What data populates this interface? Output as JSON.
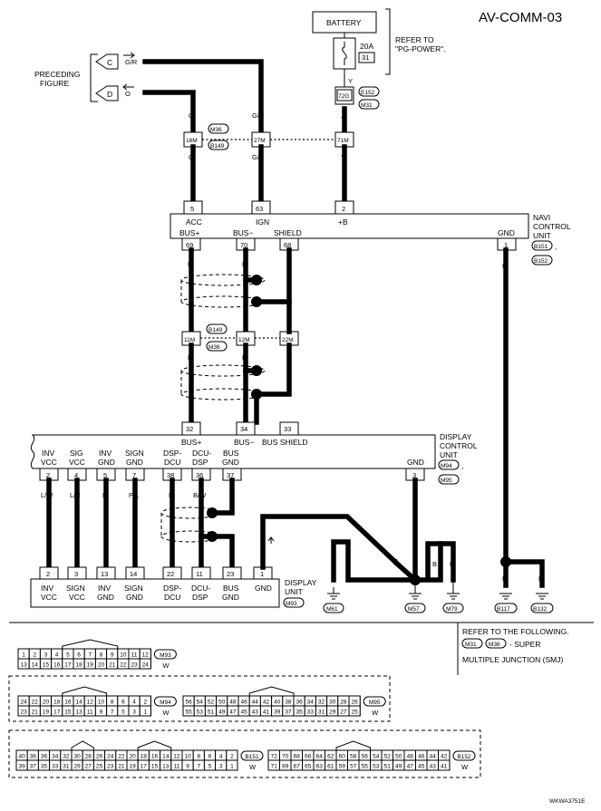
{
  "title": "AV-COMM-03",
  "footer_code": "WKWA3751E",
  "battery": {
    "label": "BATTERY",
    "fuse_amp": "20A",
    "fuse_num": "31",
    "refer": [
      "REFER TO",
      "\"PG-POWER\"."
    ]
  },
  "preceding": {
    "label": [
      "PRECEDING",
      "FIGURE"
    ],
    "arrow_c": "C",
    "arrow_d": "D",
    "wire_c": "G/R",
    "wire_d": "O"
  },
  "connectors": {
    "c16m": "16M",
    "c27m": "27M",
    "c71m": "71M",
    "c72g": "72G",
    "m36": "M36",
    "b149": "B149",
    "e152": "E152",
    "m31": "M31",
    "c11m": "11M",
    "c12m": "12M",
    "c22m": "22M"
  },
  "wires": {
    "o": "O",
    "gr": "G/R",
    "y": "Y",
    "l": "L",
    "p": "P",
    "b": "B",
    "lw": "L/W",
    "lr": "L/R",
    "pl": "P/L",
    "bw": "B/W"
  },
  "navi": {
    "label": [
      "NAVI",
      "CONTROL",
      "UNIT"
    ],
    "conn1": "B151",
    "conn2": "B152",
    "pins_top": [
      {
        "num": "5",
        "name": "ACC"
      },
      {
        "num": "63",
        "name": "IGN"
      },
      {
        "num": "2",
        "name": "+B"
      }
    ],
    "pins_bottom": [
      {
        "num": "69",
        "name": "BUS+"
      },
      {
        "num": "70",
        "name": "BUS−"
      },
      {
        "num": "68",
        "name": "SHIELD"
      },
      {
        "num": "1",
        "name": "GND"
      }
    ]
  },
  "dcu": {
    "label": [
      "DISPLAY",
      "CONTROL",
      "UNIT"
    ],
    "conn1": "M94",
    "conn2": "M95",
    "pins_top": [
      {
        "num": "32",
        "name": "BUS+"
      },
      {
        "num": "34",
        "name": "BUS−"
      },
      {
        "num": "33",
        "name": "BUS SHIELD"
      }
    ],
    "pins_bottom": [
      {
        "num": "2",
        "name": [
          "INV",
          "VCC"
        ]
      },
      {
        "num": "4",
        "name": [
          "SIG",
          "VCC"
        ]
      },
      {
        "num": "5",
        "name": [
          "INV",
          "GND"
        ]
      },
      {
        "num": "7",
        "name": [
          "SIGN",
          "GND"
        ]
      },
      {
        "num": "38",
        "name": [
          "DSP-",
          "DCU"
        ]
      },
      {
        "num": "36",
        "name": [
          "DCU-",
          "DSP"
        ]
      },
      {
        "num": "37",
        "name": [
          "BUS",
          "GND"
        ]
      },
      {
        "num": "3",
        "name": [
          "GND",
          ""
        ]
      }
    ]
  },
  "display": {
    "label": [
      "DISPLAY",
      "UNIT"
    ],
    "conn": "M93",
    "pins": [
      {
        "num": "2",
        "name": [
          "INV",
          "VCC"
        ]
      },
      {
        "num": "3",
        "name": [
          "SIGN",
          "VCC"
        ]
      },
      {
        "num": "13",
        "name": [
          "INV",
          "GND"
        ]
      },
      {
        "num": "14",
        "name": [
          "SIGN",
          "GND"
        ]
      },
      {
        "num": "22",
        "name": [
          "DSP-",
          "DCU"
        ]
      },
      {
        "num": "11",
        "name": [
          "DCU-",
          "DSP"
        ]
      },
      {
        "num": "23",
        "name": [
          "BUS",
          "GND"
        ]
      },
      {
        "num": "1",
        "name": [
          "GND",
          ""
        ]
      }
    ]
  },
  "grounds": {
    "m61": "M61",
    "m57": "M57",
    "m79": "M79",
    "b117": "B117",
    "b132": "B132"
  },
  "refer_following": {
    "line1": "REFER TO THE FOLLOWING.",
    "conn_a": "M31",
    "conn_b": "M36",
    "dash": "- SUPER",
    "line2": "MULTIPLE JUNCTION (SMJ)"
  },
  "connector_views": {
    "m93": {
      "name": "M93",
      "color": "W",
      "row1": [
        "1",
        "2",
        "3",
        "4",
        "5",
        "6",
        "7",
        "8",
        "9",
        "10",
        "11",
        "12"
      ],
      "row2": [
        "13",
        "14",
        "15",
        "16",
        "17",
        "18",
        "19",
        "20",
        "21",
        "22",
        "23",
        "24"
      ]
    },
    "m94": {
      "name": "M94",
      "color": "W",
      "row1": [
        "24",
        "22",
        "20",
        "18",
        "16",
        "14",
        "12",
        "10",
        "8",
        "6",
        "4",
        "2"
      ],
      "row2": [
        "23",
        "21",
        "19",
        "17",
        "15",
        "13",
        "11",
        "9",
        "7",
        "5",
        "3",
        "1"
      ]
    },
    "m95": {
      "name": "M95",
      "color": "W",
      "row1": [
        "56",
        "54",
        "52",
        "50",
        "48",
        "46",
        "44",
        "42",
        "40",
        "38",
        "36",
        "34",
        "32",
        "30",
        "28",
        "26"
      ],
      "row2": [
        "55",
        "53",
        "51",
        "49",
        "47",
        "45",
        "43",
        "41",
        "39",
        "37",
        "35",
        "33",
        "31",
        "29",
        "27",
        "25"
      ]
    },
    "b151": {
      "name": "B151",
      "color": "W",
      "row1": [
        "40",
        "38",
        "36",
        "34",
        "32",
        "30",
        "28",
        "26",
        "24",
        "22",
        "20",
        "18",
        "16",
        "14",
        "12",
        "10",
        "8",
        "6",
        "4",
        "2"
      ],
      "row2": [
        "39",
        "37",
        "35",
        "33",
        "31",
        "29",
        "27",
        "25",
        "23",
        "21",
        "19",
        "17",
        "15",
        "13",
        "11",
        "9",
        "7",
        "5",
        "3",
        "1"
      ]
    },
    "b152": {
      "name": "B152",
      "color": "W",
      "row1": [
        "72",
        "70",
        "68",
        "66",
        "64",
        "62",
        "60",
        "58",
        "56",
        "54",
        "52",
        "50",
        "48",
        "46",
        "44",
        "42"
      ],
      "row2": [
        "71",
        "69",
        "67",
        "65",
        "63",
        "61",
        "59",
        "57",
        "55",
        "53",
        "51",
        "49",
        "47",
        "45",
        "43",
        "41"
      ]
    }
  }
}
